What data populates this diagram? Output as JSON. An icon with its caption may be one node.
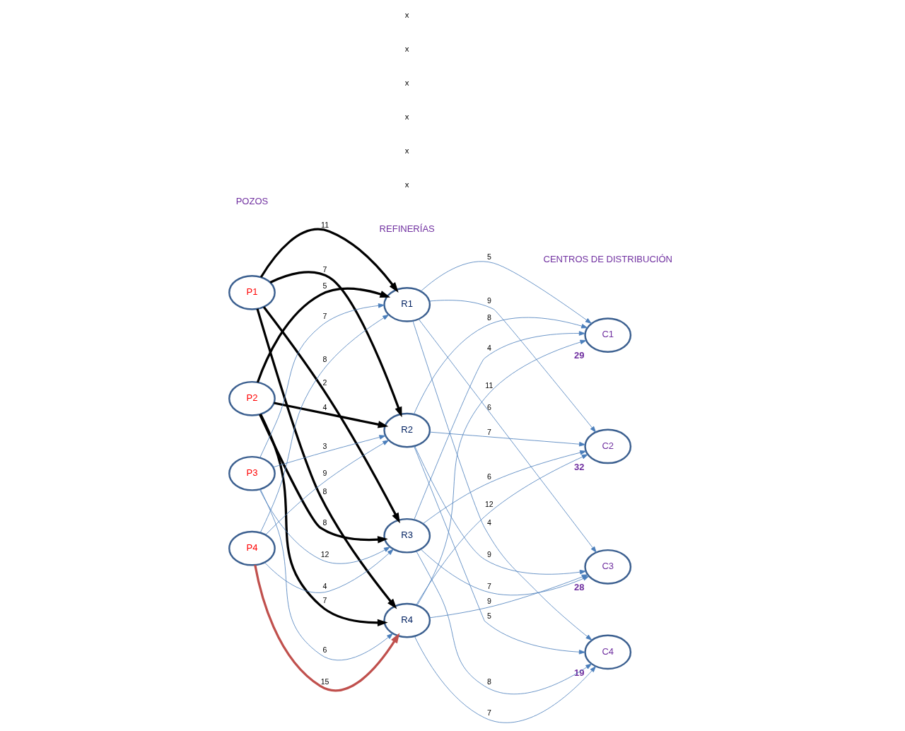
{
  "diagram": {
    "nodes": [
      {
        "text": [
          "P1"
        ]
      },
      {
        "text": [
          "P2"
        ]
      },
      {
        "text": [
          "P3"
        ]
      },
      {
        "text": [
          "P4"
        ]
      },
      {
        "text": [
          "R1"
        ]
      },
      {
        "text": [
          "R2"
        ]
      },
      {
        "text": [
          "R3"
        ]
      },
      {
        "text": [
          "R4"
        ]
      },
      {
        "text": [
          "C1"
        ],
        "beside": [
          "29"
        ]
      },
      {
        "text": [
          "C2"
        ],
        "beside": [
          "32"
        ]
      },
      {
        "text": [
          "C3"
        ],
        "beside": [
          "28"
        ]
      },
      {
        "text": [
          "C4"
        ],
        "beside": [
          "19"
        ]
      }
    ],
    "edges": [
      {
        "from": 0,
        "to": 4,
        "arrow": "to",
        "label": "11",
        "style": "thick",
        "color": "#000000"
      },
      {
        "from": 0,
        "to": 5,
        "arrow": "to",
        "label": "7",
        "style": "thick",
        "color": "#000000"
      },
      {
        "from": 0,
        "to": 6,
        "arrow": "to",
        "label": "2",
        "style": "thick",
        "color": "#000000"
      },
      {
        "from": 0,
        "to": 7,
        "arrow": "to",
        "label": "8",
        "style": "thick",
        "color": "#000000"
      },
      {
        "from": 1,
        "to": 4,
        "arrow": "to",
        "label": "5",
        "style": "thick",
        "color": "#000000"
      },
      {
        "from": 1,
        "to": 5,
        "arrow": "to",
        "label": "4",
        "style": "thick",
        "color": "#000000"
      },
      {
        "from": 1,
        "to": 6,
        "arrow": "to",
        "label": "8",
        "style": "thick",
        "color": "#000000"
      },
      {
        "from": 1,
        "to": 7,
        "arrow": "to",
        "label": "7",
        "style": "thick",
        "color": "#000000"
      },
      {
        "from": 2,
        "to": 4,
        "arrow": "to",
        "label": "7"
      },
      {
        "from": 2,
        "to": 5,
        "arrow": "to",
        "label": "3"
      },
      {
        "from": 2,
        "to": 6,
        "arrow": "to",
        "label": "12"
      },
      {
        "from": 2,
        "to": 7,
        "arrow": "to",
        "label": "6"
      },
      {
        "from": 3,
        "to": 4,
        "arrow": "to",
        "label": "8"
      },
      {
        "from": 3,
        "to": 5,
        "arrow": "to",
        "label": "9"
      },
      {
        "from": 3,
        "to": 6,
        "arrow": "to",
        "label": "4"
      },
      {
        "from": 3,
        "to": 7,
        "arrow": "to",
        "label": "15",
        "style": "thick",
        "color": "#c0504d"
      },
      {
        "from": 4,
        "to": 8,
        "arrow": "to",
        "label": "5"
      },
      {
        "from": 4,
        "to": 9,
        "arrow": "to",
        "label": "9"
      },
      {
        "from": 4,
        "to": 10,
        "arrow": "to",
        "label": "6"
      },
      {
        "from": 4,
        "to": 11,
        "arrow": "to",
        "label": "4"
      },
      {
        "from": 5,
        "to": 8,
        "arrow": "to",
        "label": "8"
      },
      {
        "from": 5,
        "to": 9,
        "arrow": "to",
        "label": "7"
      },
      {
        "from": 5,
        "to": 10,
        "arrow": "to",
        "label": "9"
      },
      {
        "from": 5,
        "to": 11,
        "arrow": "to",
        "label": "5"
      },
      {
        "from": 6,
        "to": 8,
        "arrow": "to",
        "label": "4"
      },
      {
        "from": 6,
        "to": 9,
        "arrow": "to",
        "label": "6"
      },
      {
        "from": 6,
        "to": 10,
        "arrow": "to",
        "label": "7"
      },
      {
        "from": 6,
        "to": 11,
        "arrow": "to",
        "label": "8"
      },
      {
        "from": 7,
        "to": 8,
        "arrow": "to",
        "label": "11"
      },
      {
        "from": 7,
        "to": 9,
        "arrow": "to",
        "label": "12"
      },
      {
        "from": 7,
        "to": 10,
        "arrow": "to",
        "label": "9"
      },
      {
        "from": 7,
        "to": 11,
        "arrow": "to",
        "label": "7"
      }
    ],
    "labels": [
      "POZOS",
      "REFINERÍAS",
      "CENTROS DE DISTRIBUCIÓN",
      "x",
      "x",
      "x",
      "x",
      "x",
      "x"
    ]
  }
}
